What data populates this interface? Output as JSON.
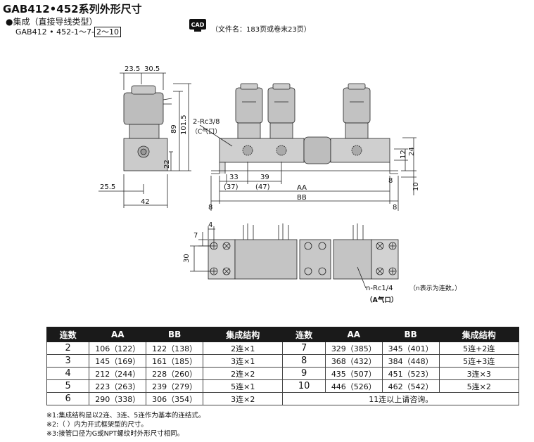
{
  "header": {
    "title": "GAB412•452系列外形尺寸",
    "subtitle": "●集成（直接导线类型）",
    "model_prefix": "GAB412 • 452-1〜7-",
    "model_range": "2〜10",
    "cad_label": "CAD",
    "file_note": "（文件名：183页或卷末23页）"
  },
  "dimensions": {
    "side_view": [
      "23.5",
      "30.5",
      "89",
      "101.5",
      "22",
      "25.5",
      "42"
    ],
    "front_view": [
      "2-Rc3/8",
      "（C气口）",
      "33",
      "39",
      "(37)",
      "(47)",
      "AA",
      "BB",
      "8",
      "8",
      "12",
      "24",
      "8",
      "10"
    ],
    "top_view": [
      "4",
      "7",
      "30",
      "n-Rc1/4",
      "（n表示为连数。）",
      "（A气口）"
    ]
  },
  "table": {
    "headers": [
      "连数",
      "AA",
      "BB",
      "集成结构",
      "连数",
      "AA",
      "BB",
      "集成结构"
    ],
    "rows": [
      {
        "n1": "2",
        "aa1": "106（122）",
        "bb1": "122（138）",
        "s1": "2连×1",
        "n2": "7",
        "aa2": "329（385）",
        "bb2": "345（401）",
        "s2": "5连+2连"
      },
      {
        "n1": "3",
        "aa1": "145（169）",
        "bb1": "161（185）",
        "s1": "3连×1",
        "n2": "8",
        "aa2": "368（432）",
        "bb2": "384（448）",
        "s2": "5连+3连"
      },
      {
        "n1": "4",
        "aa1": "212（244）",
        "bb1": "228（260）",
        "s1": "2连×2",
        "n2": "9",
        "aa2": "435（507）",
        "bb2": "451（523）",
        "s2": "3连×3"
      },
      {
        "n1": "5",
        "aa1": "223（263）",
        "bb1": "239（279）",
        "s1": "5连×1",
        "n2": "10",
        "aa2": "446（526）",
        "bb2": "462（542）",
        "s2": "5连×2"
      },
      {
        "n1": "6",
        "aa1": "290（338）",
        "bb1": "306（354）",
        "s1": "3连×2",
        "note": "11连以上请咨询。"
      }
    ]
  },
  "notes": [
    "※1:集成结构是以2连、3连、5连作为基本的连结式。",
    "※2:（ ）内为开式框架型的尺寸。",
    "※3:接管口径为G或NPT螺纹时外形尺寸相同。"
  ]
}
